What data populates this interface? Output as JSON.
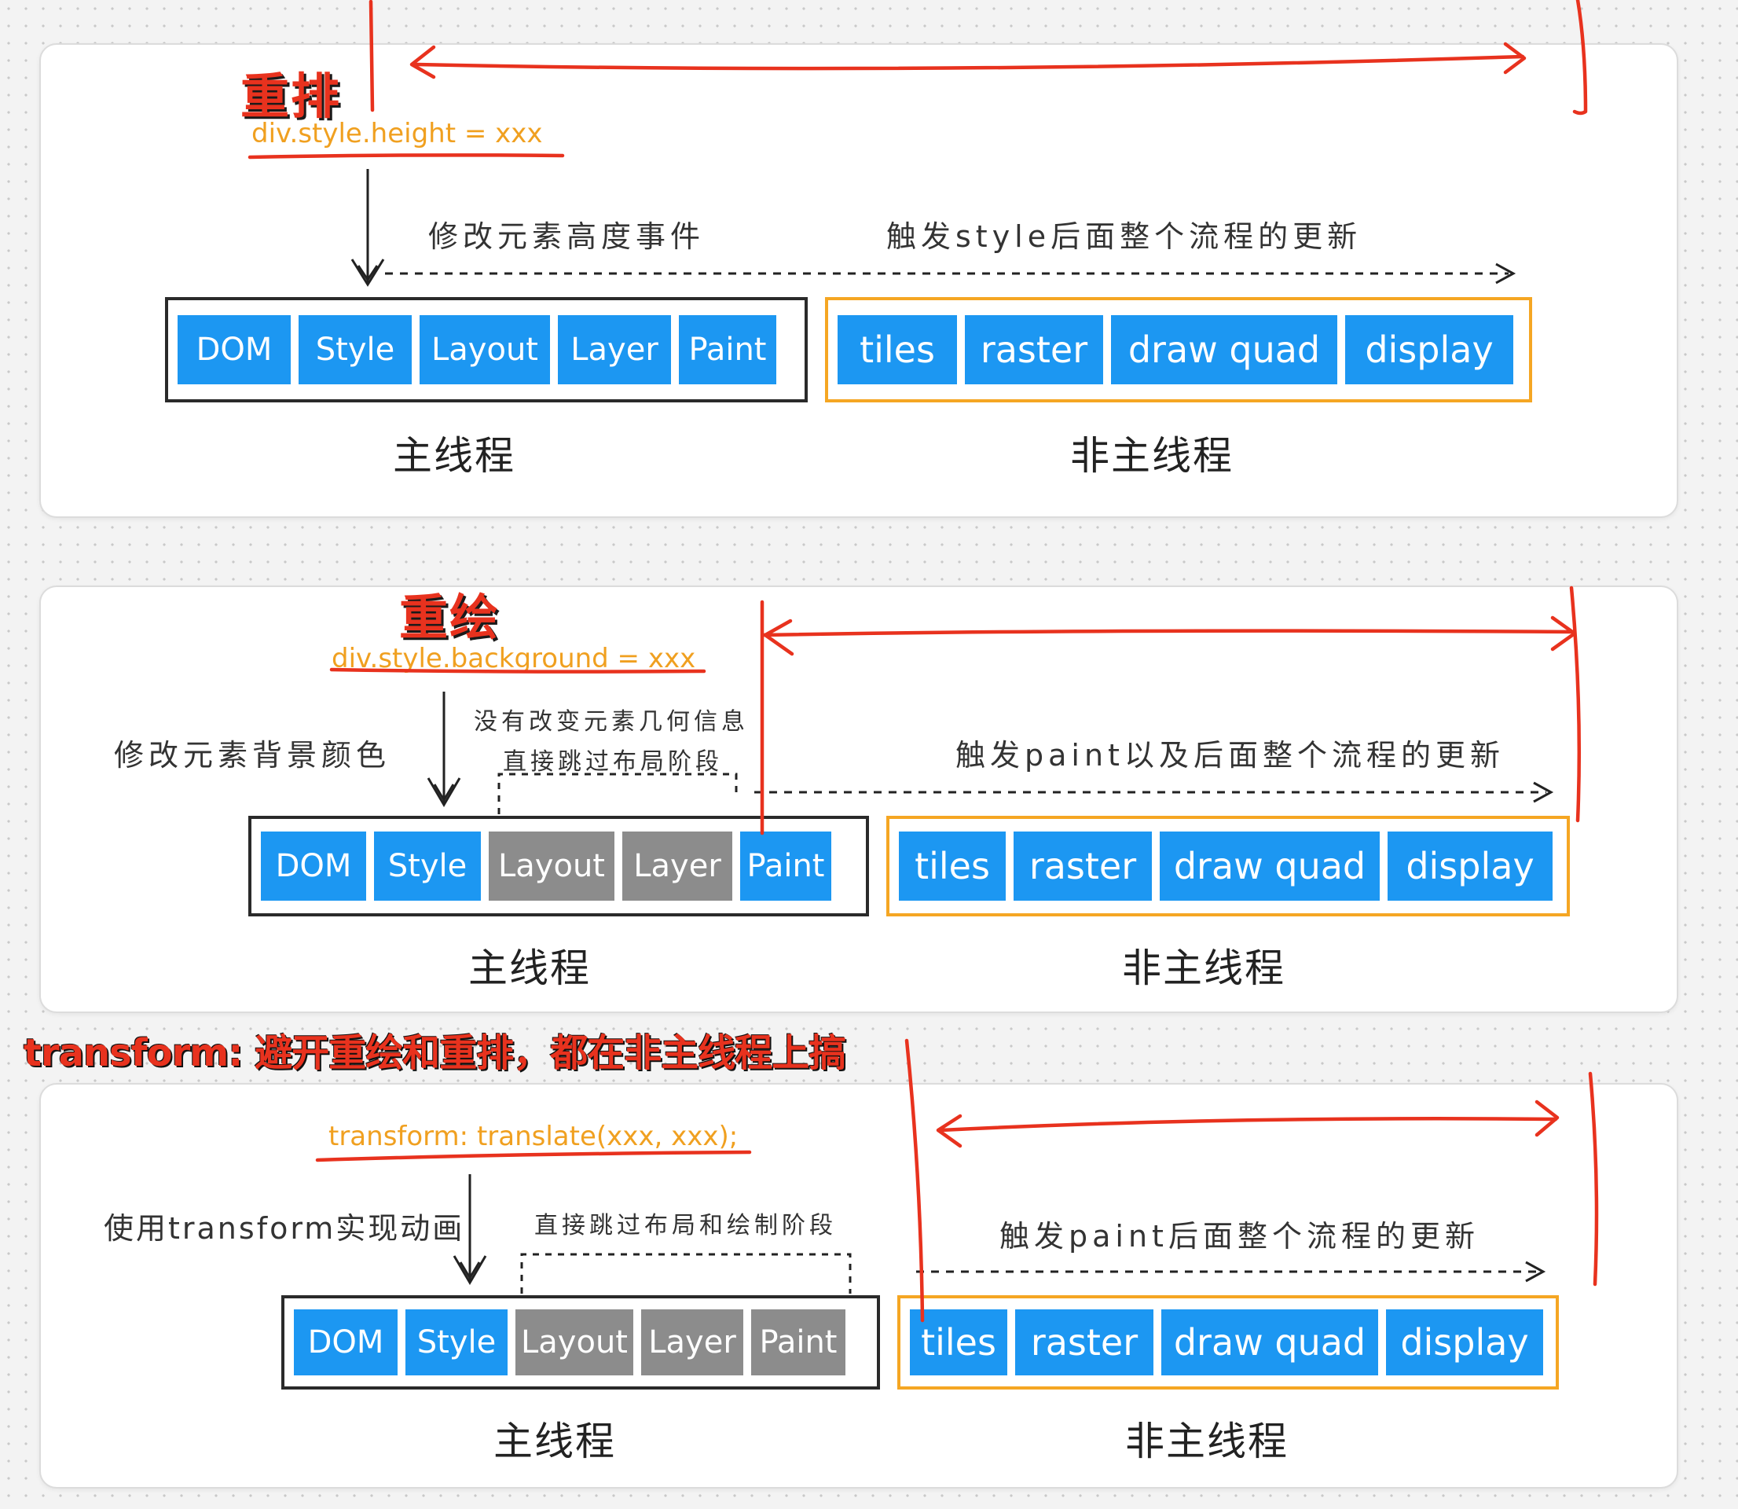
{
  "diagrams": [
    {
      "title": "重排",
      "code": "div.style.height = xxx",
      "left_note": "修改元素高度事件",
      "right_note": "触发style后面整个流程的更新",
      "main_thread_stages": [
        {
          "label": "DOM",
          "active": true
        },
        {
          "label": "Style",
          "active": true
        },
        {
          "label": "Layout",
          "active": true
        },
        {
          "label": "Layer",
          "active": true
        },
        {
          "label": "Paint",
          "active": true
        }
      ],
      "other_thread_stages": [
        {
          "label": "tiles"
        },
        {
          "label": "raster"
        },
        {
          "label": "draw quad"
        },
        {
          "label": "display"
        }
      ],
      "main_thread_label": "主线程",
      "other_thread_label": "非主线程"
    },
    {
      "title": "重绘",
      "code": "div.style.background = xxx",
      "left_note": "修改元素背景颜色",
      "skip_note_line1": "没有改变元素几何信息",
      "skip_note_line2": "直接跳过布局阶段",
      "right_note": "触发paint以及后面整个流程的更新",
      "main_thread_stages": [
        {
          "label": "DOM",
          "active": true
        },
        {
          "label": "Style",
          "active": true
        },
        {
          "label": "Layout",
          "active": false
        },
        {
          "label": "Layer",
          "active": false
        },
        {
          "label": "Paint",
          "active": true
        }
      ],
      "other_thread_stages": [
        {
          "label": "tiles"
        },
        {
          "label": "raster"
        },
        {
          "label": "draw quad"
        },
        {
          "label": "display"
        }
      ],
      "main_thread_label": "主线程",
      "other_thread_label": "非主线程"
    },
    {
      "banner": "transform: 避开重绘和重排，都在非主线程上搞",
      "code": "transform: translate(xxx, xxx);",
      "left_note": "使用transform实现动画",
      "skip_note": "直接跳过布局和绘制阶段",
      "right_note": "触发paint后面整个流程的更新",
      "main_thread_stages": [
        {
          "label": "DOM",
          "active": true
        },
        {
          "label": "Style",
          "active": true
        },
        {
          "label": "Layout",
          "active": false
        },
        {
          "label": "Layer",
          "active": false
        },
        {
          "label": "Paint",
          "active": false
        }
      ],
      "other_thread_stages": [
        {
          "label": "tiles"
        },
        {
          "label": "raster"
        },
        {
          "label": "draw quad"
        },
        {
          "label": "display"
        }
      ],
      "main_thread_label": "主线程",
      "other_thread_label": "非主线程"
    }
  ],
  "colors": {
    "stage_active": "#1c97f2",
    "stage_skipped": "#8c8c8c",
    "annotation_red": "#e8321e",
    "code_orange": "#f0a020",
    "non_main_border": "#f5a623"
  }
}
